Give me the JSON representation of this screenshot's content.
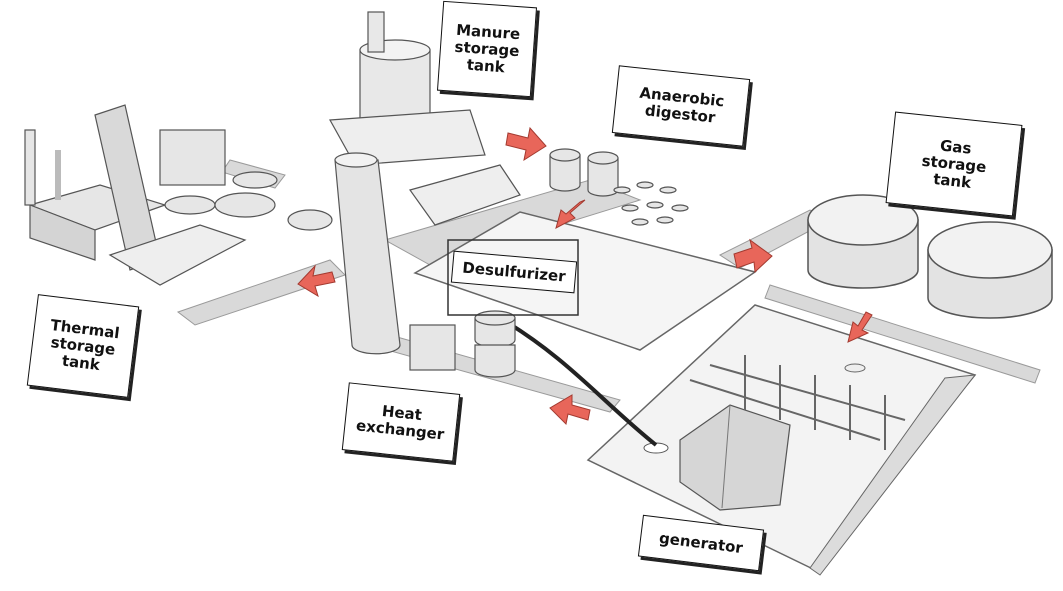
{
  "diagram": {
    "labels": {
      "manure": [
        "Manure",
        "storage",
        "tank"
      ],
      "anaerobic": [
        "Anaerobic",
        "digestor"
      ],
      "gas": [
        "Gas",
        "storage",
        "tank"
      ],
      "desulfurizer": [
        "Desulfurizer"
      ],
      "thermal": [
        "Thermal",
        "storage",
        "tank"
      ],
      "heat": [
        "Heat",
        "exchanger"
      ],
      "generator": [
        "generator"
      ]
    },
    "colors": {
      "arrow": "#e8665a",
      "arrow_stroke": "#a33a30",
      "road": "#d9d9d9",
      "line": "#555555",
      "glass": "#eeeeee"
    }
  }
}
